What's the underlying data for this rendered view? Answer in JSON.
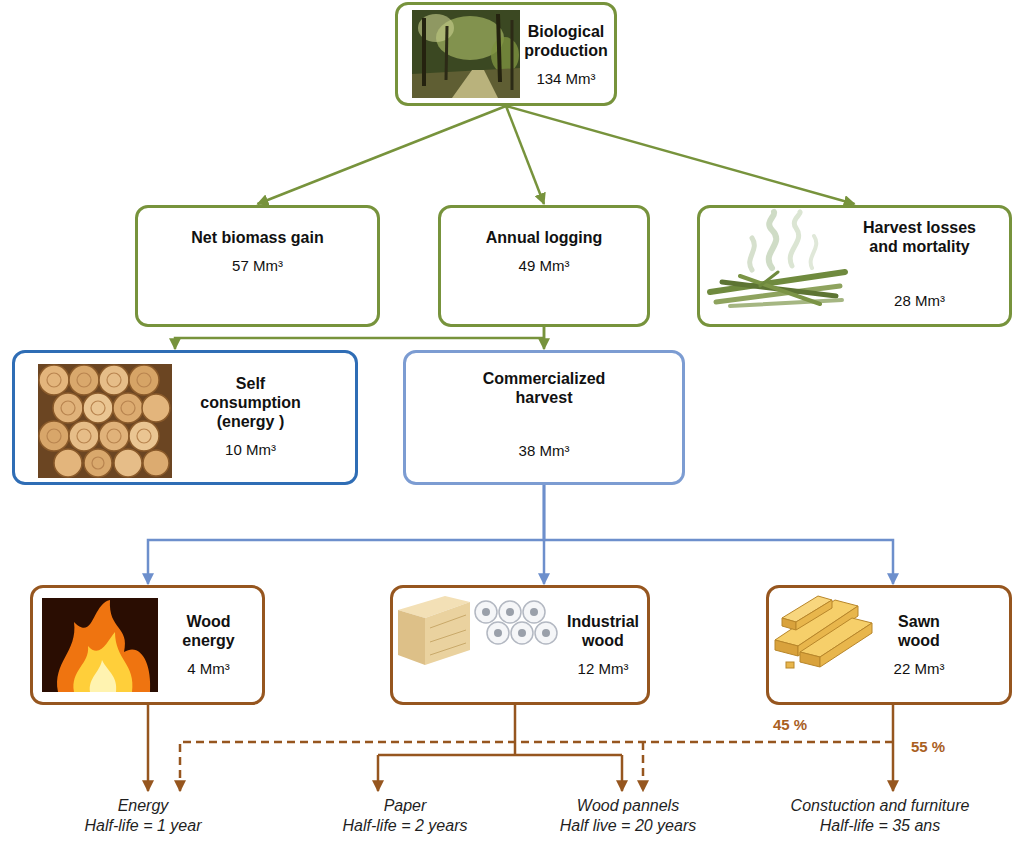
{
  "diagram": {
    "nodes": [
      {
        "text": [
          "Biological production",
          "134 Mm³"
        ]
      },
      {
        "text": [
          "Net biomass gain",
          "57 Mm³"
        ]
      },
      {
        "text": [
          "Annual logging",
          "49 Mm³"
        ]
      },
      {
        "text": [
          "Harvest losses and mortality",
          "28 Mm³"
        ]
      },
      {
        "text": [
          "Self consumption (energy )",
          "10 Mm³"
        ]
      },
      {
        "text": [
          "Commercialized harvest",
          "38 Mm³"
        ]
      },
      {
        "text": [
          "Wood energy",
          "4 Mm³"
        ]
      },
      {
        "text": [
          "Industrial wood",
          "12 Mm³"
        ]
      },
      {
        "text": [
          "Sawn wood",
          "22 Mm³"
        ]
      }
    ],
    "edges": [
      {
        "from": 0,
        "to": 1,
        "arrow": "to"
      },
      {
        "from": 0,
        "to": 2,
        "arrow": "to"
      },
      {
        "from": 0,
        "to": 3,
        "arrow": "to"
      },
      {
        "from": 2,
        "to": 4,
        "arrow": "to"
      },
      {
        "from": 2,
        "to": 5,
        "arrow": "to"
      },
      {
        "from": 5,
        "to": 6,
        "arrow": "to"
      },
      {
        "from": 5,
        "to": 7,
        "arrow": "to"
      },
      {
        "from": 5,
        "to": 8,
        "arrow": "to"
      }
    ],
    "labels": [
      "45 %",
      "55 %",
      "Energy",
      "Half-life = 1 year",
      "Paper",
      "Half-life = 2 years",
      "Wood pannels",
      "Half live = 20 years",
      "Constuction and furniture",
      "Half-life = 35 ans"
    ]
  }
}
